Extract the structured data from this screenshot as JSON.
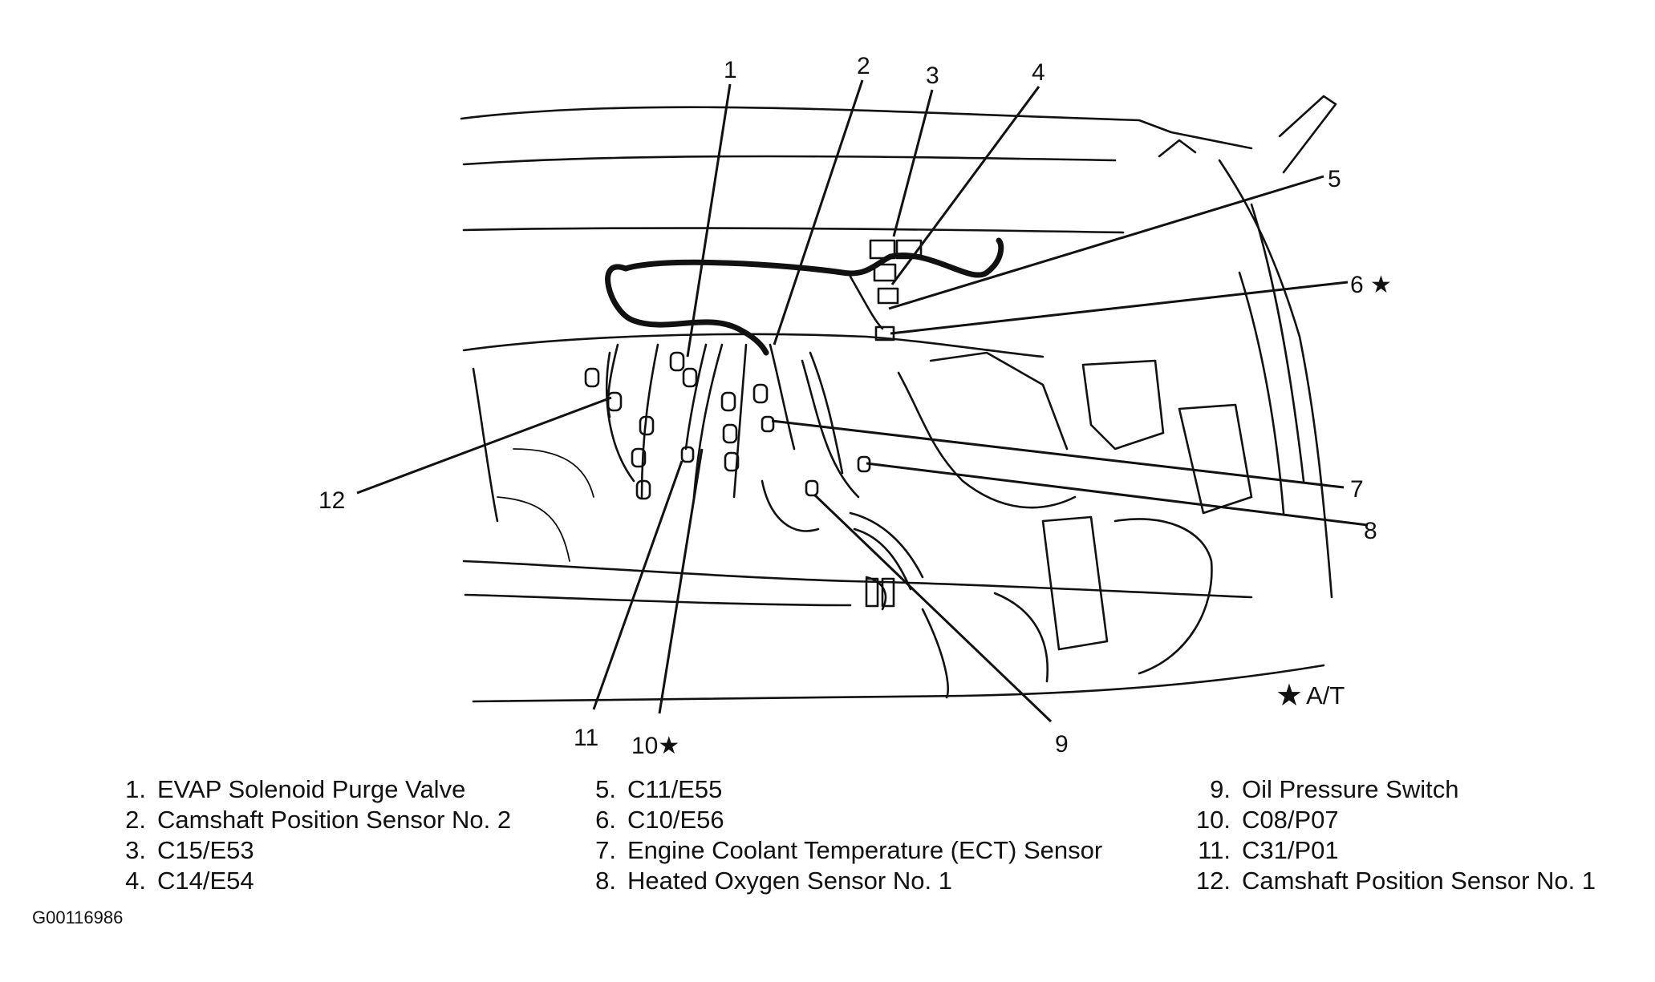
{
  "callouts": [
    {
      "id": "1",
      "label": "1"
    },
    {
      "id": "2",
      "label": "2"
    },
    {
      "id": "3",
      "label": "3"
    },
    {
      "id": "4",
      "label": "4"
    },
    {
      "id": "5",
      "label": "5"
    },
    {
      "id": "6",
      "label": "6 ★"
    },
    {
      "id": "7",
      "label": "7"
    },
    {
      "id": "8",
      "label": "8"
    },
    {
      "id": "9",
      "label": "9"
    },
    {
      "id": "10",
      "label": "10★"
    },
    {
      "id": "11",
      "label": "11"
    },
    {
      "id": "12",
      "label": "12"
    }
  ],
  "at_note": {
    "symbol": "★",
    "text": "A/T"
  },
  "legend": {
    "col1": [
      {
        "num": "1.",
        "text": "EVAP Solenoid Purge Valve"
      },
      {
        "num": "2.",
        "text": "Camshaft Position Sensor No. 2"
      },
      {
        "num": "3.",
        "text": "C15/E53"
      },
      {
        "num": "4.",
        "text": "C14/E54"
      }
    ],
    "col2": [
      {
        "num": "5.",
        "text": "C11/E55"
      },
      {
        "num": "6.",
        "text": "C10/E56"
      },
      {
        "num": "7.",
        "text": "Engine Coolant Temperature (ECT) Sensor"
      },
      {
        "num": "8.",
        "text": "Heated Oxygen Sensor No. 1"
      }
    ],
    "col3": [
      {
        "num": "9.",
        "text": "Oil Pressure Switch"
      },
      {
        "num": "10.",
        "text": "C08/P07"
      },
      {
        "num": "11.",
        "text": "C31/P01"
      },
      {
        "num": "12.",
        "text": "Camshaft Position Sensor No. 1"
      }
    ]
  },
  "figure_id": "G00116986"
}
